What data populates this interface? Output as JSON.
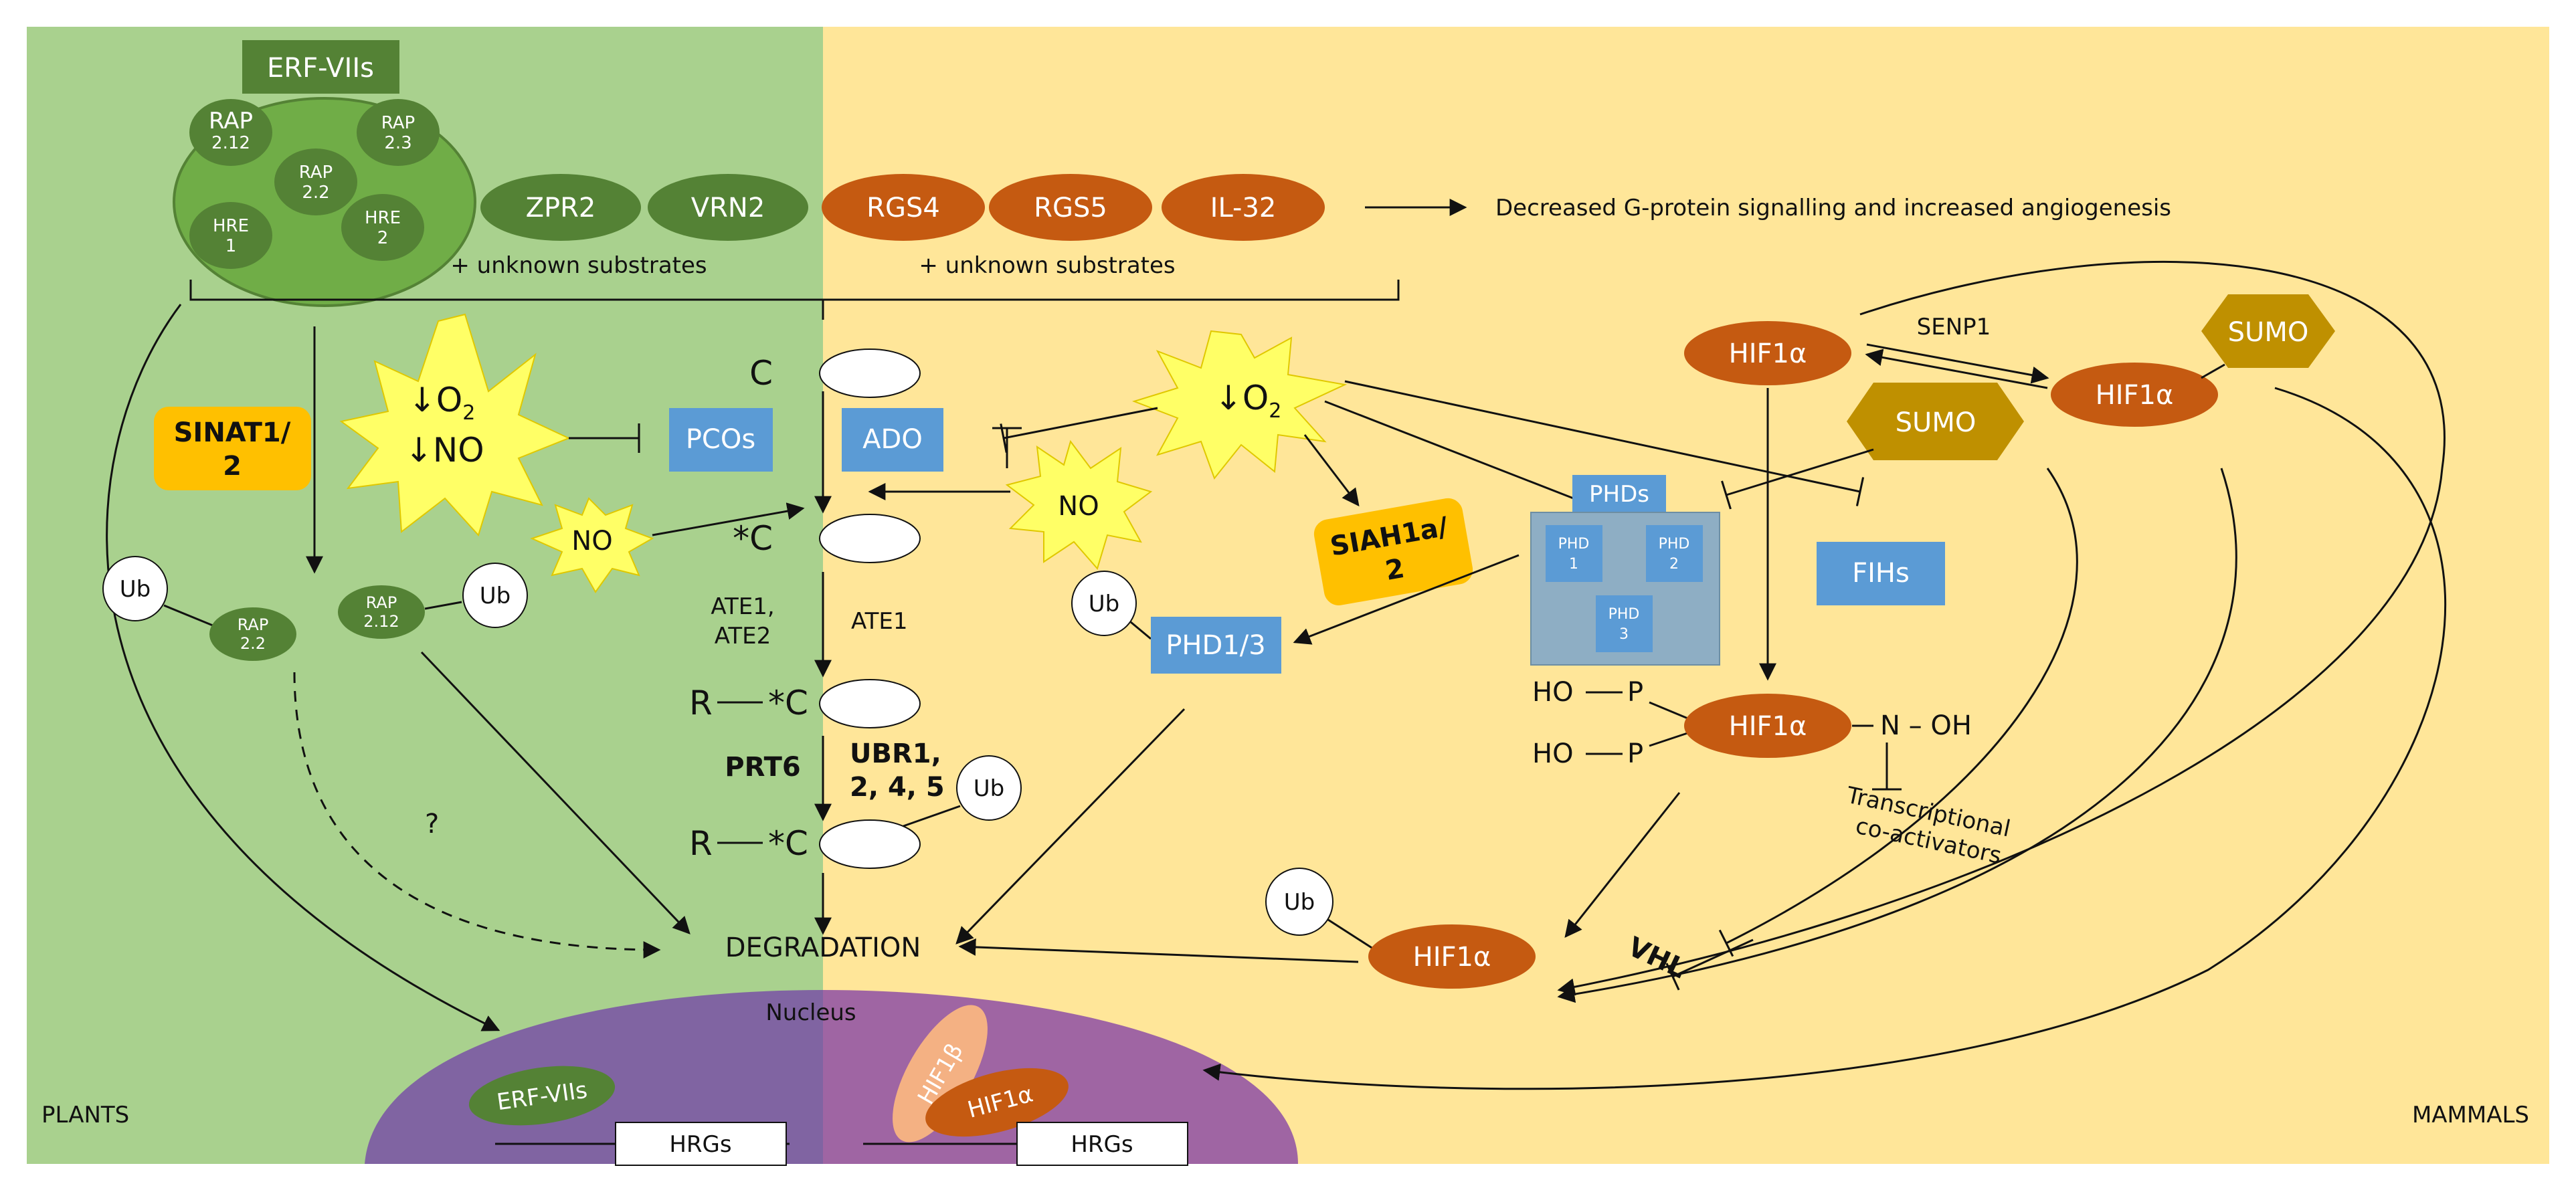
{
  "panels": {
    "plants": "PLANTS",
    "mammals": "MAMMALS",
    "nucleus": "Nucleus"
  },
  "colors": {
    "plants_bg": "#a9d18e",
    "mammals_bg": "#ffe699",
    "nucleus_plant": "#8064a2",
    "nucleus_mammal": "#9f65a3",
    "green_oval": "#548235",
    "orange_oval": "#c55a11",
    "blue_box": "#5b9bd5",
    "yellow_box": "#ffc000",
    "sumo": "#bf9000",
    "burst": "#ffff66"
  },
  "erf_group": {
    "title": "ERF-VIIs",
    "members": [
      "RAP 2.12",
      "RAP 2.3",
      "RAP 2.2",
      "HRE 1",
      "HRE 2"
    ]
  },
  "substrates": {
    "plant": [
      "ZPR2",
      "VRN2"
    ],
    "mammal": [
      "RGS4",
      "RGS5",
      "IL-32"
    ],
    "unknown_plant": "+ unknown substrates",
    "unknown_mammal": "+ unknown substrates",
    "outcome": "Decreased G-protein signalling and increased angiogenesis"
  },
  "enzymes": {
    "sinat": "SINAT1/ 2",
    "pcos": "PCOs",
    "ado": "ADO",
    "siah": "SIAH1a/ 2",
    "phds": "PHDs",
    "phd_members": [
      "PHD 1",
      "PHD 2",
      "PHD 3"
    ],
    "phd13": "PHD1/3",
    "fihs": "FIHs",
    "senp1": "SENP1",
    "vhl": "VHL",
    "sumo": "SUMO"
  },
  "signals": {
    "o2_no_plant": [
      "↓O2",
      "↓NO"
    ],
    "no": "NO",
    "o2_mammal": "↓O2"
  },
  "pathway": {
    "c": "C",
    "ox_c": "*C",
    "ate_plant": [
      "ATE1,",
      "ATE2"
    ],
    "ate_mammal": "ATE1",
    "r": "R",
    "prt6": "PRT6",
    "ubr": [
      "UBR1,",
      "2, 4, 5"
    ],
    "ub": "Ub",
    "degradation": "DEGRADATION",
    "question": "?"
  },
  "hif": {
    "label": "HIF1α",
    "beta": "HIF1β",
    "ho": "HO",
    "p": "P",
    "n_oh": "N – OH",
    "coactivators": [
      "Transcriptional",
      "co-activators"
    ]
  },
  "nucleus_items": {
    "erf": "ERF-VIIs",
    "hrgs": "HRGs"
  }
}
